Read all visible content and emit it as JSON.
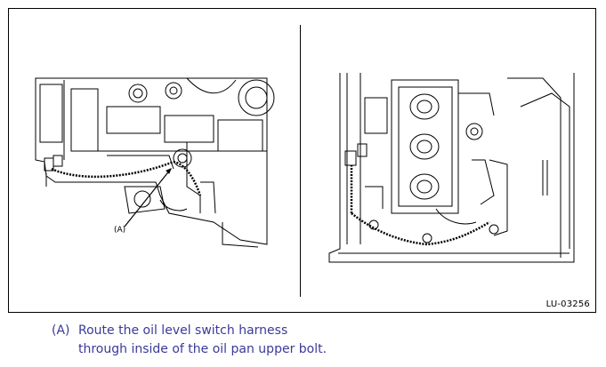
{
  "figure": {
    "id": "LU-03256",
    "callout_label": "(A)",
    "line_color": "#000000"
  },
  "caption": {
    "tag": "(A)",
    "line1": "Route the oil level switch harness",
    "line2": "through inside of the oil pan upper bolt.",
    "color": "#3a3a9a"
  }
}
